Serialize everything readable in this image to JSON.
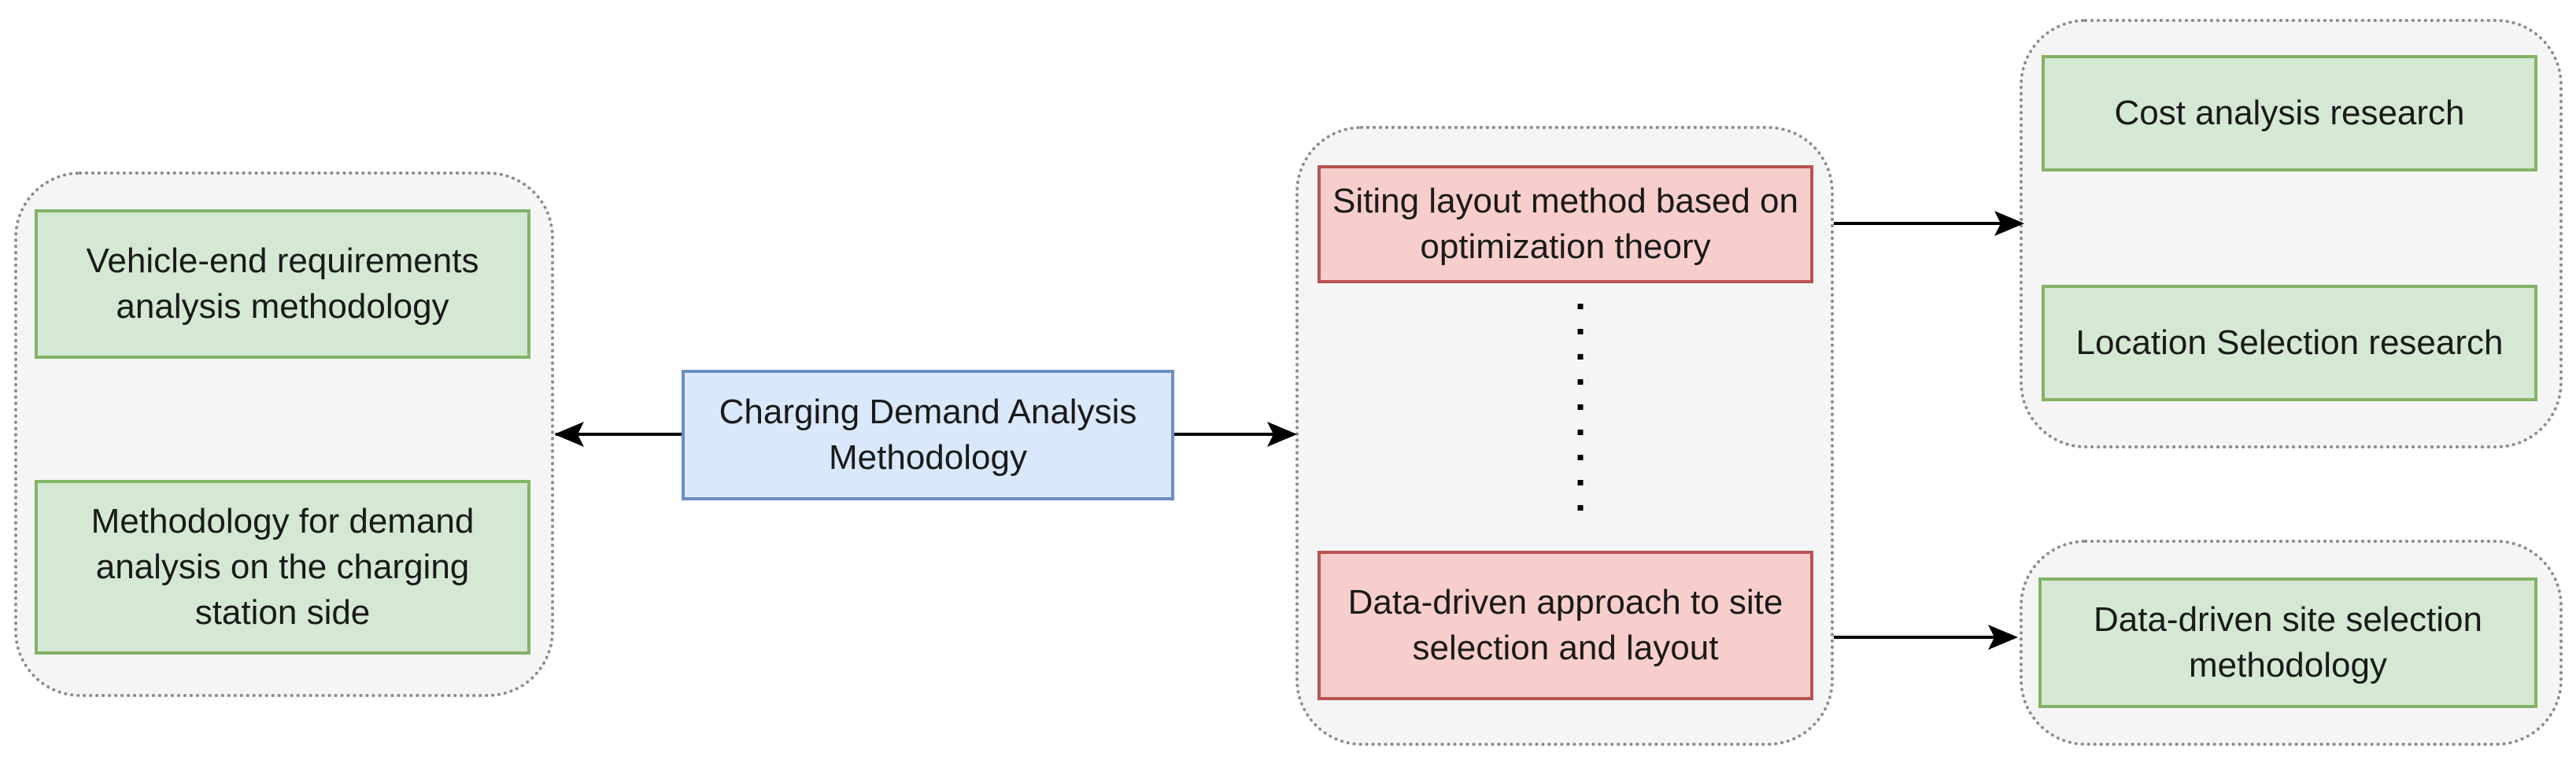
{
  "diagram": {
    "center_node": {
      "label": "Charging Demand Analysis Methodology"
    },
    "left_group": {
      "items": [
        {
          "label": "Vehicle-end requirements analysis methodology"
        },
        {
          "label": "Methodology for demand analysis on the charging station side"
        }
      ]
    },
    "middle_group": {
      "items": [
        {
          "label": "Siting layout method based on optimization theory"
        },
        {
          "label": "Data-driven approach to site selection and layout"
        }
      ]
    },
    "right_top_group": {
      "items": [
        {
          "label": "Cost analysis research"
        },
        {
          "label": "Location Selection research"
        }
      ]
    },
    "right_bottom_group": {
      "items": [
        {
          "label": "Data-driven site selection methodology"
        }
      ]
    },
    "colors": {
      "green_fill": "#d5e8d4",
      "green_stroke": "#82b366",
      "red_fill": "#f8cecc",
      "red_stroke": "#b85450",
      "blue_fill": "#dae8fc",
      "blue_stroke": "#6c8ebf",
      "group_fill": "#f5f5f5",
      "group_stroke": "#8a8a8a"
    }
  }
}
